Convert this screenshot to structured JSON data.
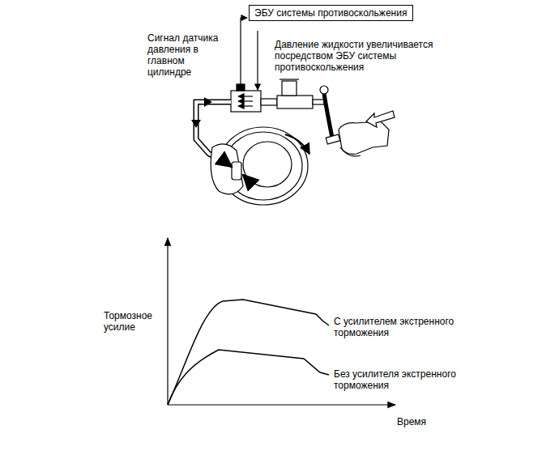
{
  "diagram": {
    "nodes": [
      {
        "text": [
          "ЭБУ системы противоскольжения"
        ]
      }
    ],
    "labels": [
      "Сигнал датчика давления в главном цилиндре",
      "Давление жидкости увеличивается посредством ЭБУ системы противоскольжения",
      "Тормозное усилие",
      "С усилителем экстренного торможения",
      "Без усилителя экстренного торможения",
      "Время"
    ]
  }
}
